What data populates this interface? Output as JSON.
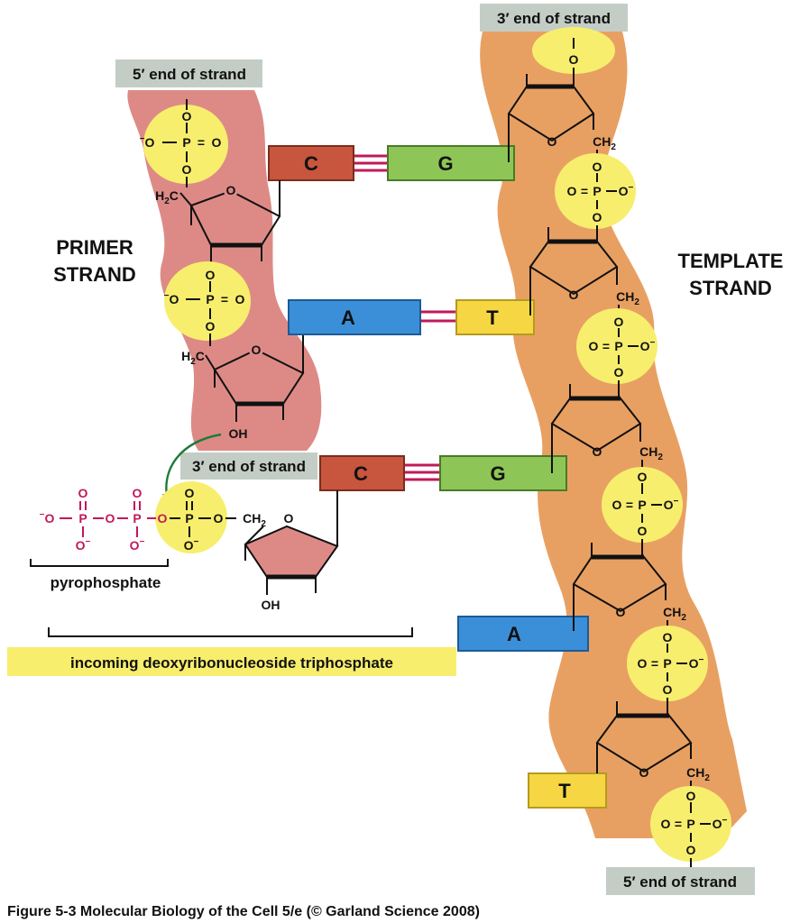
{
  "labels": {
    "five_prime_primer": "5′ end of strand",
    "three_prime_template": "3′ end of strand",
    "three_prime_primer": "3′ end of strand",
    "five_prime_template": "5′ end of strand",
    "primer_strand": [
      "PRIMER",
      "STRAND"
    ],
    "template_strand": [
      "TEMPLATE",
      "STRAND"
    ],
    "pyrophosphate": "pyrophosphate",
    "incoming": "incoming deoxyribonucleoside triphosphate",
    "caption": "Figure 5-3  Molecular Biology of the Cell 5/e (© Garland Science 2008)"
  },
  "bases": {
    "primer": [
      "C",
      "A"
    ],
    "incoming": "C",
    "template": [
      "G",
      "T",
      "G",
      "A",
      "T"
    ]
  },
  "chem": {
    "O": "O",
    "P": "P",
    "OH": "OH",
    "minus": "−",
    "eq": "="
  },
  "colors": {
    "C": "#c8553d",
    "G": "#8dc656",
    "A": "#3b8fd8",
    "T": "#f6d743",
    "primer_band": "#dd8a86",
    "template_band": "#e8a062",
    "phosphate": "#f8ee6e",
    "label_box": "#c3cdc6",
    "highlight": "#f8ee6e",
    "pyrophosphate": "#c2185b",
    "arrow": "#1e7a3c"
  }
}
